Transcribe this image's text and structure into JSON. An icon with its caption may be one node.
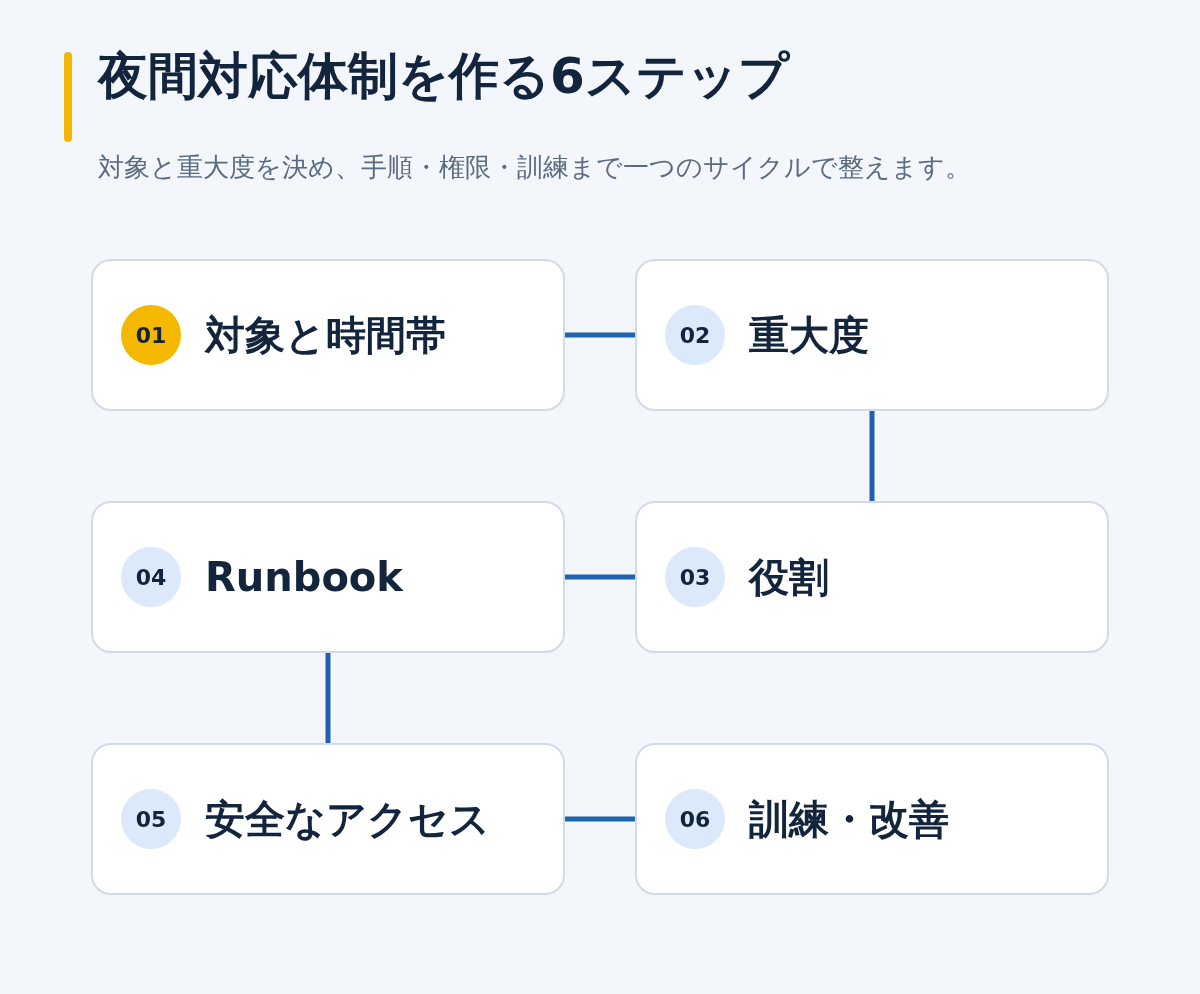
{
  "diagram": {
    "title": "夜間対応体制を作る6ステップ",
    "caption": "対象と重大度を決め、手順・権限・訓練まで一つのサイクルで整えます。",
    "nodes": [
      {
        "text": [
          "対象と時間帯"
        ]
      },
      {
        "text": [
          "01"
        ],
        "in": 0
      },
      {
        "text": [
          "重大度"
        ]
      },
      {
        "text": [
          "02"
        ],
        "in": 2
      },
      {
        "text": [
          "役割"
        ]
      },
      {
        "text": [
          "03"
        ],
        "in": 4
      },
      {
        "text": [
          "Runbook"
        ]
      },
      {
        "text": [
          "04"
        ],
        "in": 6
      },
      {
        "text": [
          "安全なアクセス"
        ]
      },
      {
        "text": [
          "05"
        ],
        "in": 8
      },
      {
        "text": [
          "訓練・改善"
        ]
      },
      {
        "text": [
          "06"
        ],
        "in": 10
      }
    ],
    "edges": [
      {
        "from": 0,
        "to": 2,
        "arrow": "none"
      },
      {
        "from": 2,
        "to": 4,
        "arrow": "none"
      },
      {
        "from": 4,
        "to": 6,
        "arrow": "none"
      },
      {
        "from": 6,
        "to": 8,
        "arrow": "none"
      },
      {
        "from": 8,
        "to": 10,
        "arrow": "none"
      }
    ]
  }
}
